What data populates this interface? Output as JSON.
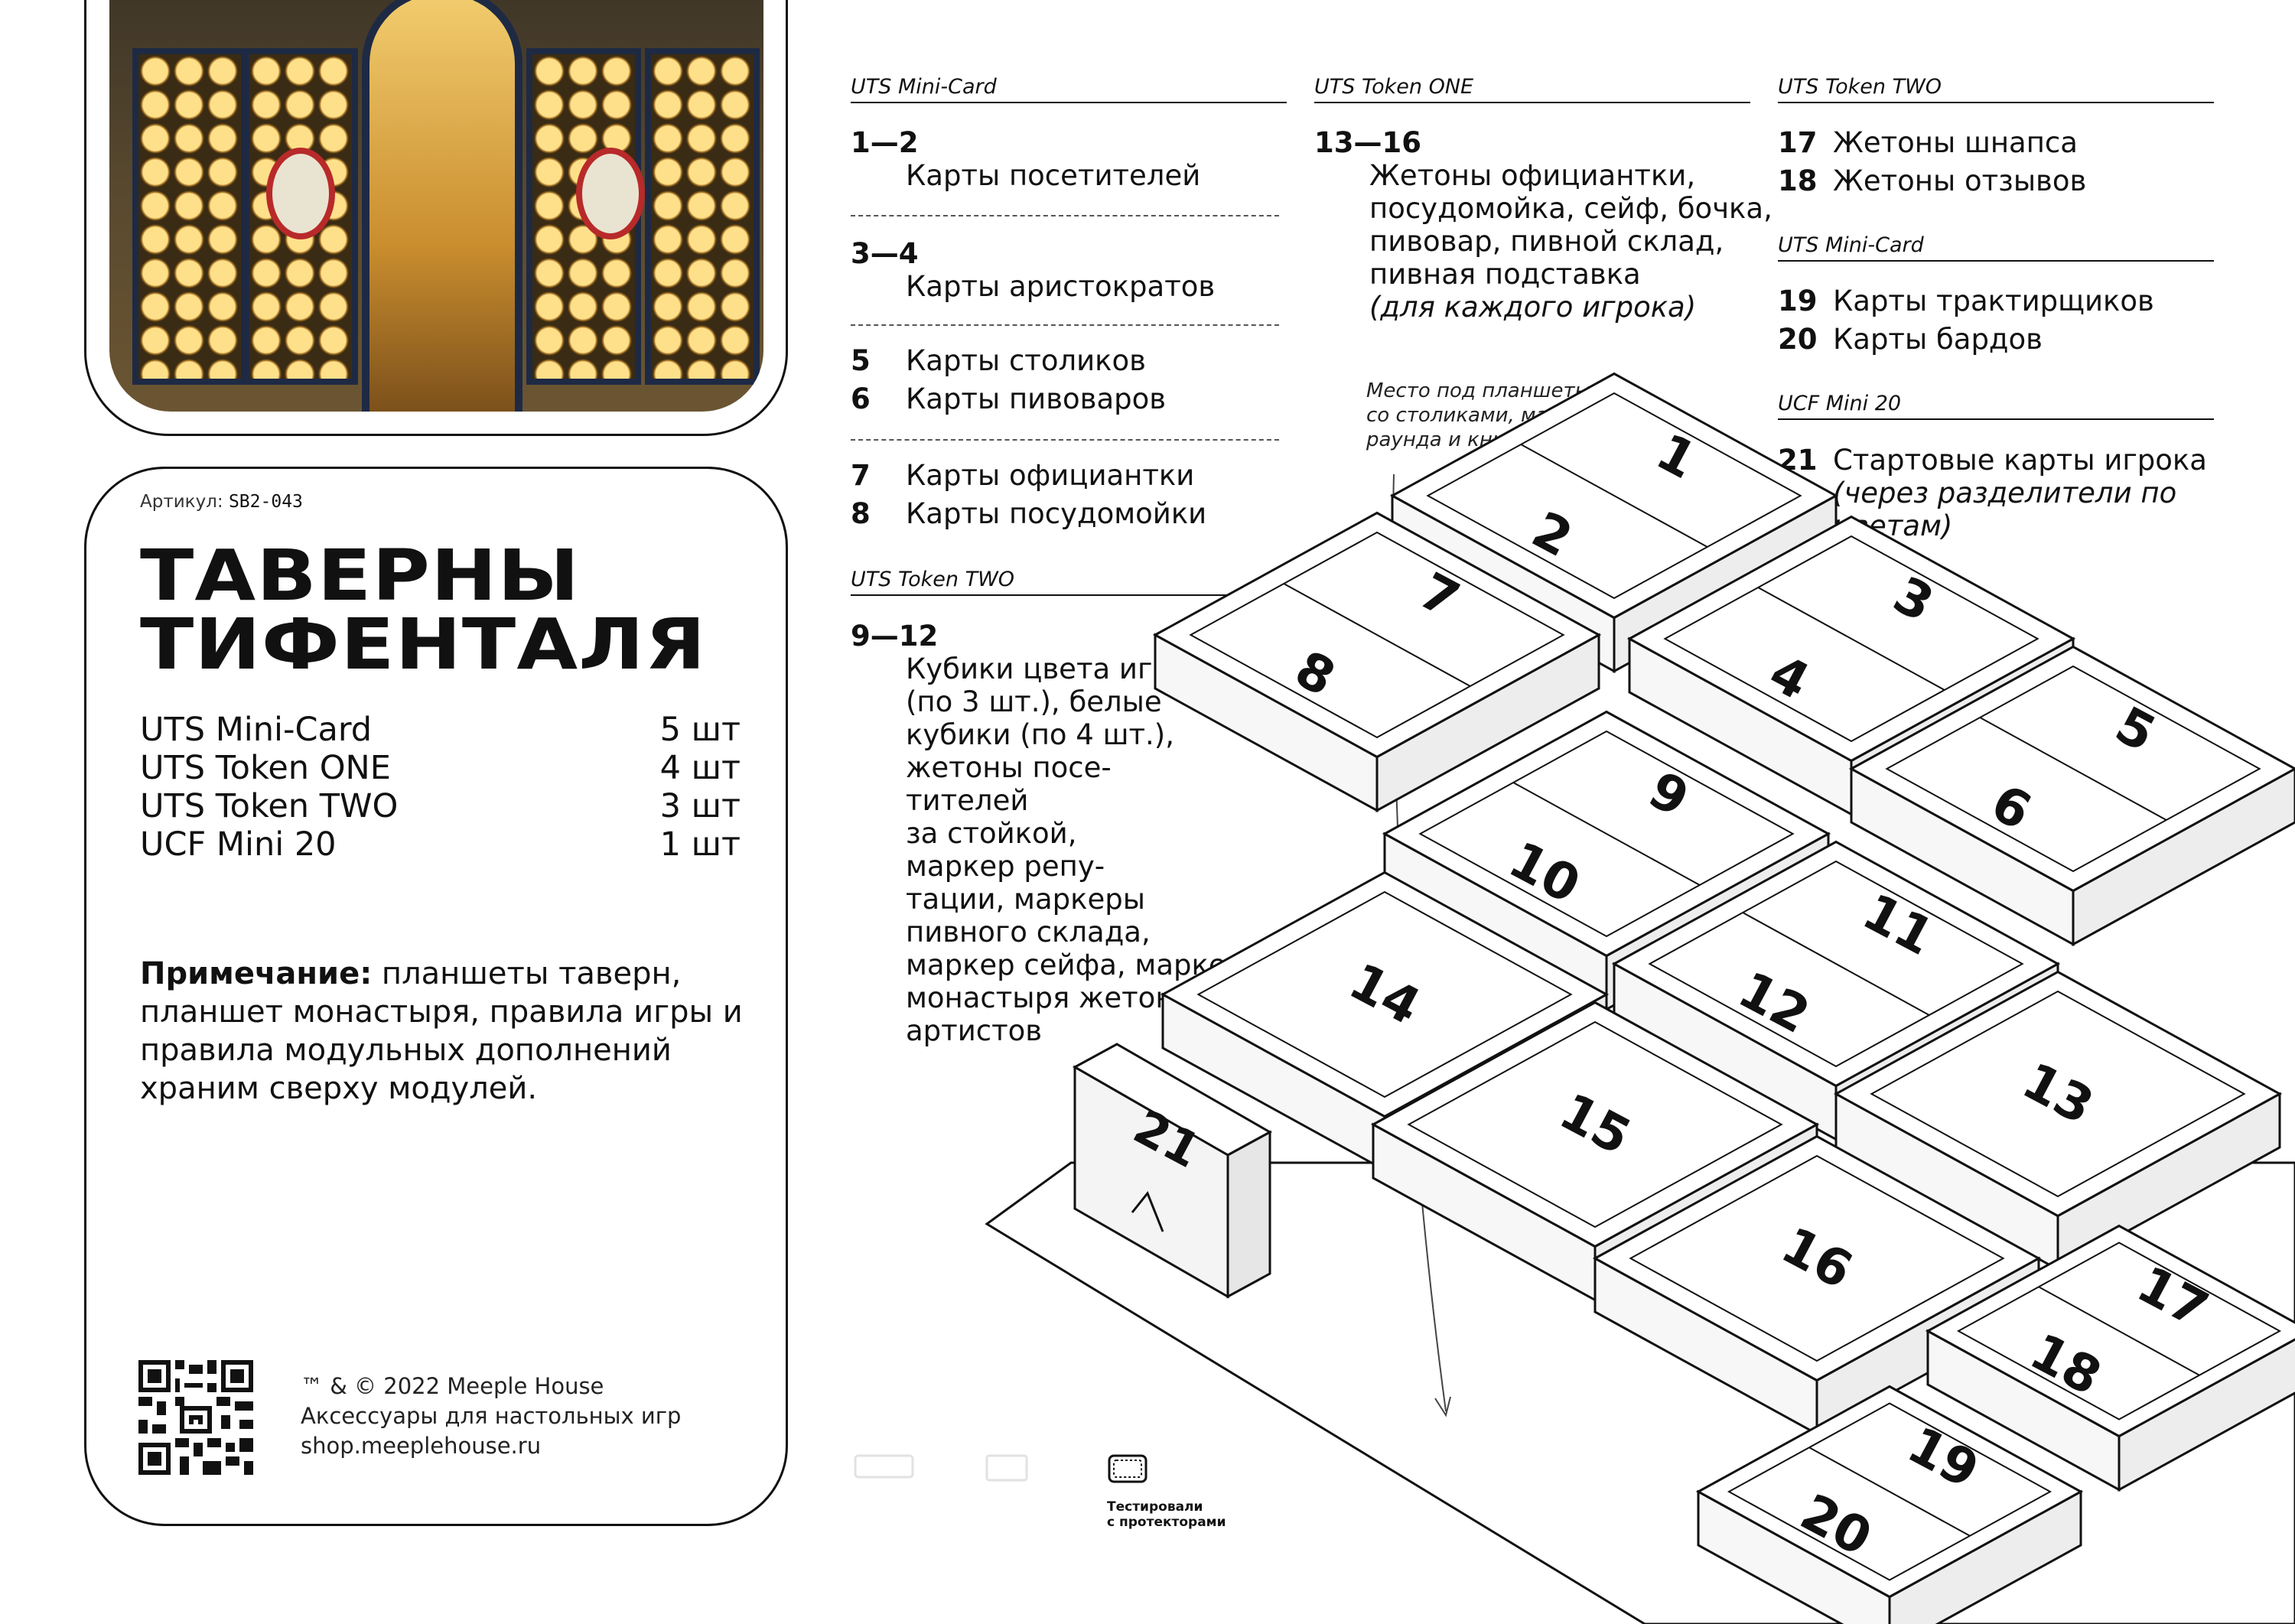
{
  "left": {
    "article_label": "Артикул:",
    "article_code": "SB2-043",
    "title_line1": "ТАВЕРНЫ",
    "title_line2": "ТИФЕНТАЛЯ",
    "specs": [
      {
        "name": "UTS Mini-Card",
        "qty": "5 шт"
      },
      {
        "name": "UTS Token ONE",
        "qty": "4 шт"
      },
      {
        "name": "UTS Token TWO",
        "qty": "3 шт"
      },
      {
        "name": "UCF Mini 20",
        "qty": "1 шт"
      }
    ],
    "note_label": "Примечание:",
    "note_text": "планшеты таверн, планшет монастыря, правила игры и правила модульных дополнений храним сверху модулей.",
    "footer": {
      "copyright": "™ & © 2022 Meeple House",
      "tagline": "Аксессуары для настольных игр",
      "url": "shop.meeplehouse.ru"
    }
  },
  "col1": {
    "head1": "UTS Mini-Card",
    "i1_num": "1—2",
    "i1_txt": "Карты посетителей",
    "i2_num": "3—4",
    "i2_txt": "Карты аристократов",
    "i3_num": "5",
    "i3_txt": "Карты столиков",
    "i4_num": "6",
    "i4_txt": "Карты пивоваров",
    "i5_num": "7",
    "i5_txt": "Карты официантки",
    "i6_num": "8",
    "i6_txt": "Карты посудомойки",
    "head2": "UTS Token TWO",
    "i7_num": "9—12",
    "i7_lines": [
      "Кубики цвета игрока",
      "(по 3 шт.), белые",
      "кубики (по 4 шт.),",
      "жетоны посе-",
      "тителей",
      "за стойкой,",
      "маркер репу-",
      "тации, маркеры",
      "пивного склада,",
      "маркер сейфа, маркер",
      "монастыря жетоны",
      "артистов"
    ]
  },
  "col2": {
    "head1": "UTS Token ONE",
    "i1_num": "13—16",
    "i1_lines": [
      "Жетоны официантки,",
      "посудомойка, сейф, бочка,",
      "пивовар, пивной склад,",
      "пивная подставка"
    ],
    "i1_italic": "(для каждого игрока)",
    "hint_lines": [
      "Место под планшеты",
      "со столиками, маркер",
      "раунда и книги."
    ]
  },
  "col3": {
    "head1": "UTS Token TWO",
    "i1_num": "17",
    "i1_txt": "Жетоны шнапса",
    "i2_num": "18",
    "i2_txt": "Жетоны отзывов",
    "head2": "UTS Mini-Card",
    "i3_num": "19",
    "i3_txt": "Карты трактирщиков",
    "i4_num": "20",
    "i4_txt": "Карты бардов",
    "head3": "UCF Mini 20",
    "i5_num": "21",
    "i5_txt": "Стартовые карты игрока",
    "i5_italic_lines": [
      "(через разделители по",
      "цветам)"
    ]
  },
  "legend": {
    "tested_line1": "Тестировали",
    "tested_line2": "с протекторами"
  },
  "diagram": {
    "boxes": [
      {
        "label": "1"
      },
      {
        "label": "2"
      },
      {
        "label": "3"
      },
      {
        "label": "4"
      },
      {
        "label": "5"
      },
      {
        "label": "6"
      },
      {
        "label": "7"
      },
      {
        "label": "8"
      },
      {
        "label": "9"
      },
      {
        "label": "10"
      },
      {
        "label": "11"
      },
      {
        "label": "12"
      },
      {
        "label": "13"
      },
      {
        "label": "14"
      },
      {
        "label": "15"
      },
      {
        "label": "16"
      },
      {
        "label": "17"
      },
      {
        "label": "18"
      },
      {
        "label": "19"
      },
      {
        "label": "20"
      },
      {
        "label": "21"
      }
    ]
  }
}
